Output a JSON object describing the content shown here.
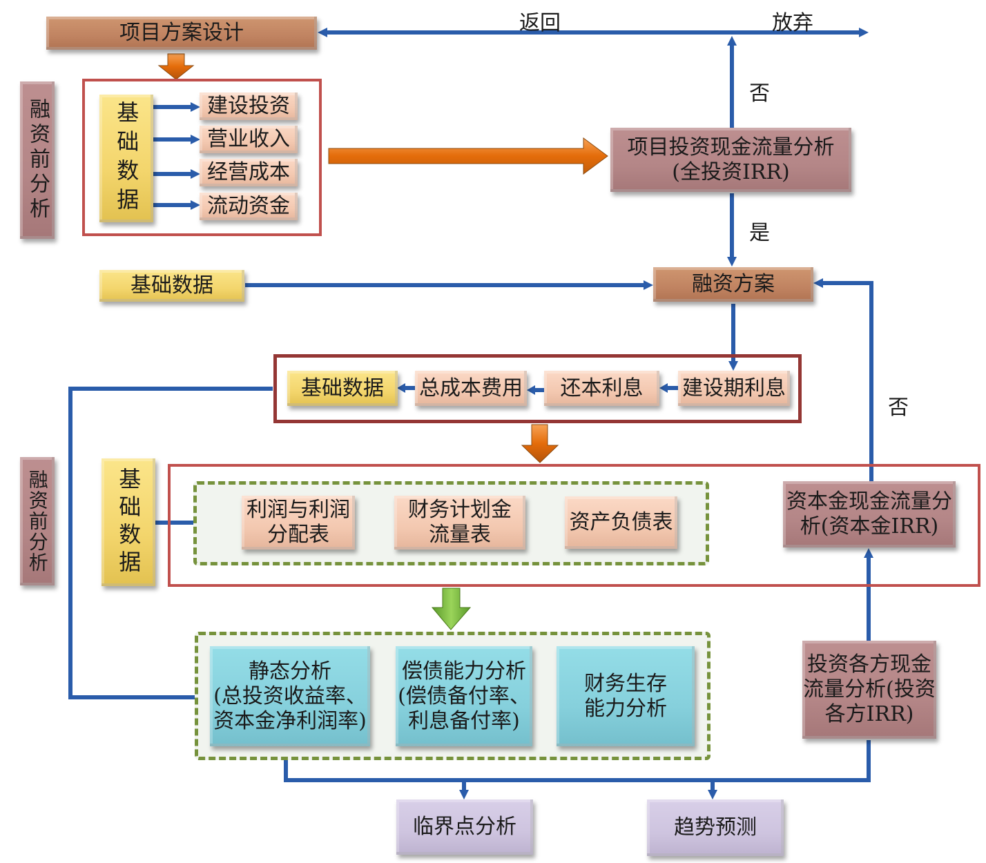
{
  "top": {
    "project_design": "项目方案设计",
    "return_label": "返回",
    "abandon_label": "放弃",
    "no_label_1": "否",
    "yes_label": "是",
    "no_label_2": "否"
  },
  "pre_financing": {
    "side_label": "融资前分析",
    "basic_data": "基础数据",
    "items": [
      "建设投资",
      "营业收入",
      "经营成本",
      "流动资金"
    ],
    "project_cashflow": [
      "项目投资现金流量分析",
      "(全投资IRR)"
    ]
  },
  "financing": {
    "basic_data": "基础数据",
    "plan": "融资方案",
    "chain": [
      "基础数据",
      "总成本费用",
      "还本利息",
      "建设期利息"
    ]
  },
  "post_financing": {
    "side_label": "融资前分析",
    "basic_data": "基础数据",
    "reports": [
      [
        "利润与利润",
        "分配表"
      ],
      [
        "财务计划金",
        "流量表"
      ],
      [
        "资产负债表"
      ]
    ],
    "equity_cashflow": [
      "资本金现金流量分",
      "析(资本金IRR)"
    ],
    "investor_cashflow": [
      "投资各方现金",
      "流量分析(投资",
      "各方IRR)"
    ],
    "analyses": [
      [
        "静态分析",
        "(总投资收益率、",
        "资本金净利润率)"
      ],
      [
        "偿债能力分析",
        "(偿债备付率、",
        "利息备付率)"
      ],
      [
        "财务生存",
        "能力分析"
      ]
    ],
    "outputs": [
      "临界点分析",
      "趋势预测"
    ]
  },
  "colors": {
    "arrow_blue": "#2a5caa",
    "frame_red": "#c0504d",
    "frame_darkred": "#943634",
    "dash_green": "#76923c",
    "orange_arrow": "#e46c0a",
    "green_arrow": "#7fbf3f"
  }
}
